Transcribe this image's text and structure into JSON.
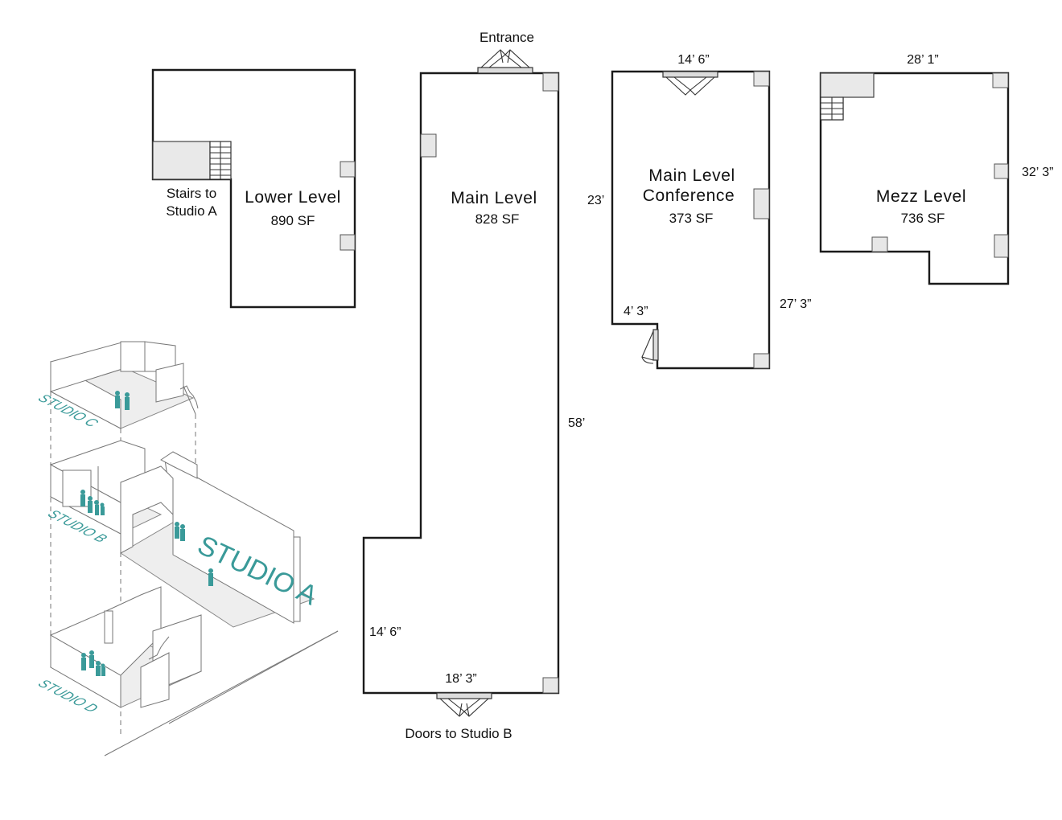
{
  "plans": {
    "lower": {
      "name": "Lower Level",
      "area": "890 SF",
      "stairs_line1": "Stairs to",
      "stairs_line2": "Studio A"
    },
    "main": {
      "name": "Main Level",
      "area": "828 SF",
      "entrance": "Entrance",
      "doors": "Doors to Studio B",
      "dim_length": "58’",
      "dim_width": "18’ 3”",
      "dim_lower_width": "14’ 6”"
    },
    "conference": {
      "name_line1": "Main Level",
      "name_line2": "Conference",
      "area": "373 SF",
      "dim_top": "14’ 6”",
      "dim_left": "23’",
      "dim_right": "27’ 3”",
      "dim_notch": "4’ 3”"
    },
    "mezz": {
      "name": "Mezz Level",
      "area": "736 SF",
      "dim_top": "28’ 1”",
      "dim_right": "32’ 3”"
    }
  },
  "isometric": {
    "studio_a": "STUDIO A",
    "studio_b": "STUDIO B",
    "studio_c": "STUDIO C",
    "studio_d": "STUDIO D"
  },
  "colors": {
    "accent": "#3a9a99",
    "wall": "#1a1a1a",
    "fixture": "#e7e7e7"
  }
}
